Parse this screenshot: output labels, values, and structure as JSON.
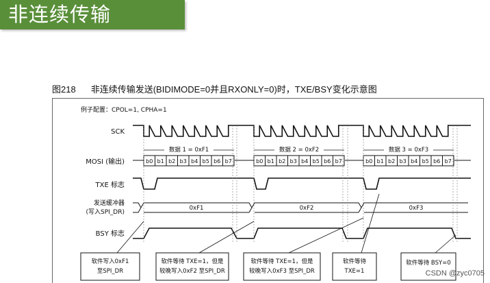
{
  "title": "非连续传输",
  "caption": {
    "figure": "图218",
    "text": "非连续传输发送(BIDIMODE=0并且RXONLY=0)时，TXE/BSY变化示意图"
  },
  "config": "例子配置：CPOL=1, CPHA=1",
  "signals": {
    "sck": "SCK",
    "mosi": "MOSI (输出)",
    "txe": "TXE 标志",
    "buffer_line1": "发送缓冲器",
    "buffer_line2": "(写入SPI_DR)",
    "bsy": "BSY 标志"
  },
  "frames": [
    {
      "label": "数据 1 = 0xF1",
      "value": "0xF1"
    },
    {
      "label": "数据 2 = 0xF2",
      "value": "0xF2"
    },
    {
      "label": "数据 3 = 0xF3",
      "value": "0xF3"
    }
  ],
  "bits": [
    "b0",
    "b1",
    "b2",
    "b3",
    "b4",
    "b5",
    "b6",
    "b7"
  ],
  "notes": [
    [
      "软件写入0xF1",
      "至SPI_DR"
    ],
    [
      "软件等待 TXE=1，但是",
      "较晚写入0xF2 至SPI_DR"
    ],
    [
      "软件等待 TXE=1，但是",
      "较晚写入0xF3 至SPI_DR"
    ],
    [
      "软件等待",
      "TXE=1"
    ],
    [
      "软件等待 BSY=0"
    ]
  ],
  "watermark": "CSDN @zyc0705"
}
